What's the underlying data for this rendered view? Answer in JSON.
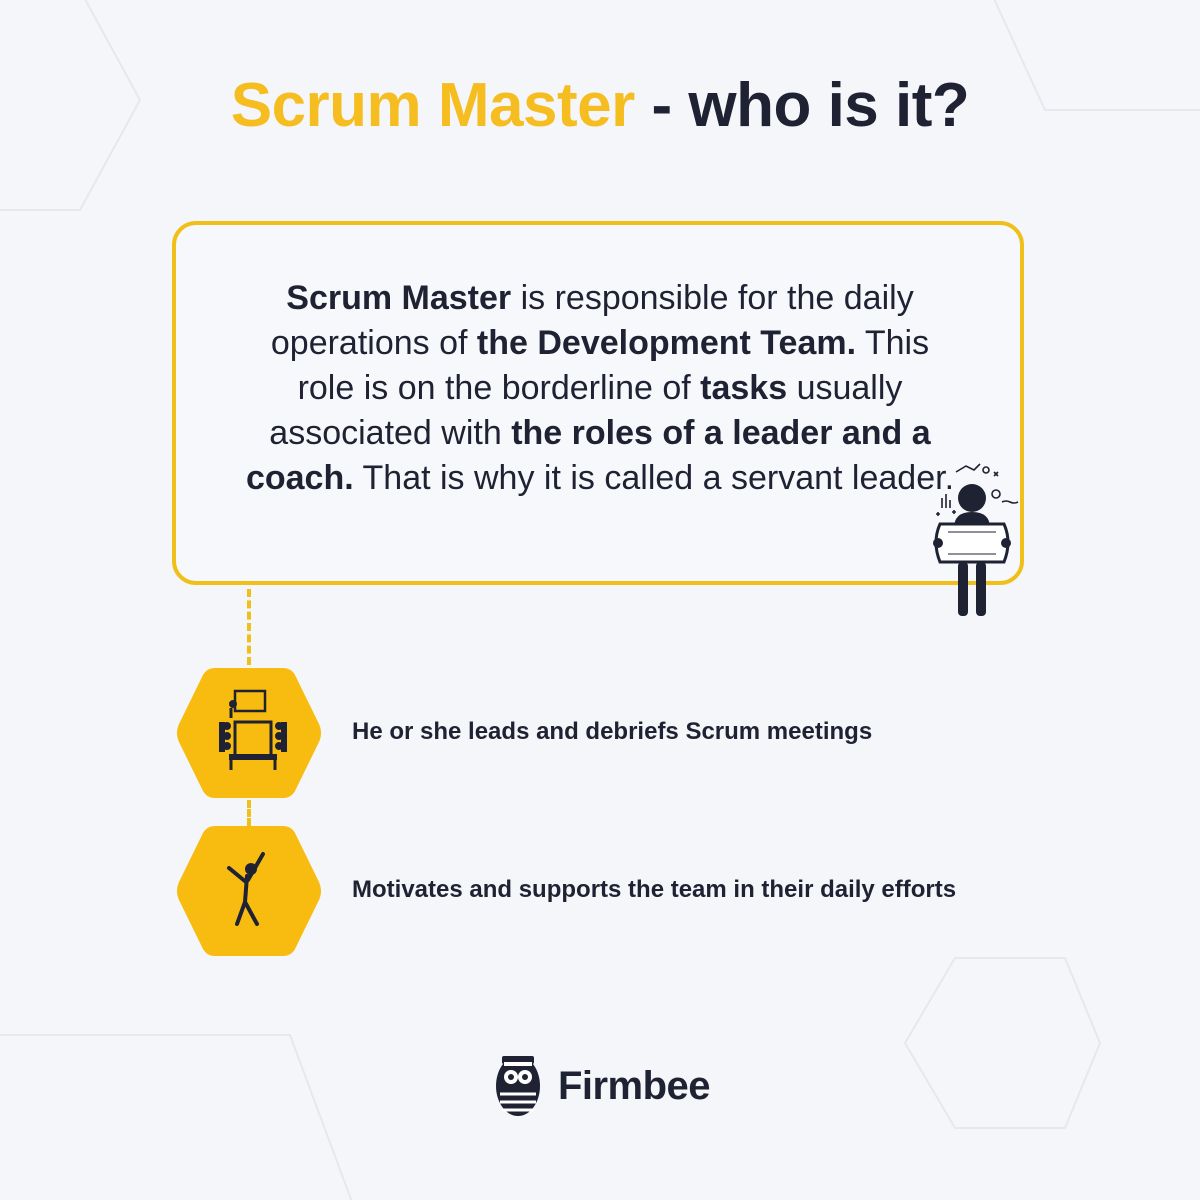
{
  "title": {
    "accent": "Scrum Master",
    "rest": " - who is it?"
  },
  "info": {
    "segments": [
      {
        "text": "Scrum Master",
        "bold": true
      },
      {
        "text": " is responsible for the daily operations of ",
        "bold": false
      },
      {
        "text": "the Development Team.",
        "bold": true
      },
      {
        "text": " This role is on the borderline of ",
        "bold": false
      },
      {
        "text": "tasks",
        "bold": true
      },
      {
        "text": " usually associated with ",
        "bold": false
      },
      {
        "text": "the roles of a leader  and a coach.",
        "bold": true
      },
      {
        "text": " That is why it is called a servant leader.",
        "bold": false
      }
    ],
    "illustration_icon": "person-holding-map-icon"
  },
  "items": [
    {
      "icon": "meeting-table-icon",
      "label": "He or she leads and debriefs Scrum meetings"
    },
    {
      "icon": "cheering-person-icon",
      "label": "Motivates and supports the team in their daily efforts"
    }
  ],
  "logo": {
    "text": "Firmbee",
    "icon": "bee-mascot-icon"
  },
  "colors": {
    "accent": "#f5bd1f",
    "text": "#1f2233",
    "background": "#f5f6f9"
  }
}
